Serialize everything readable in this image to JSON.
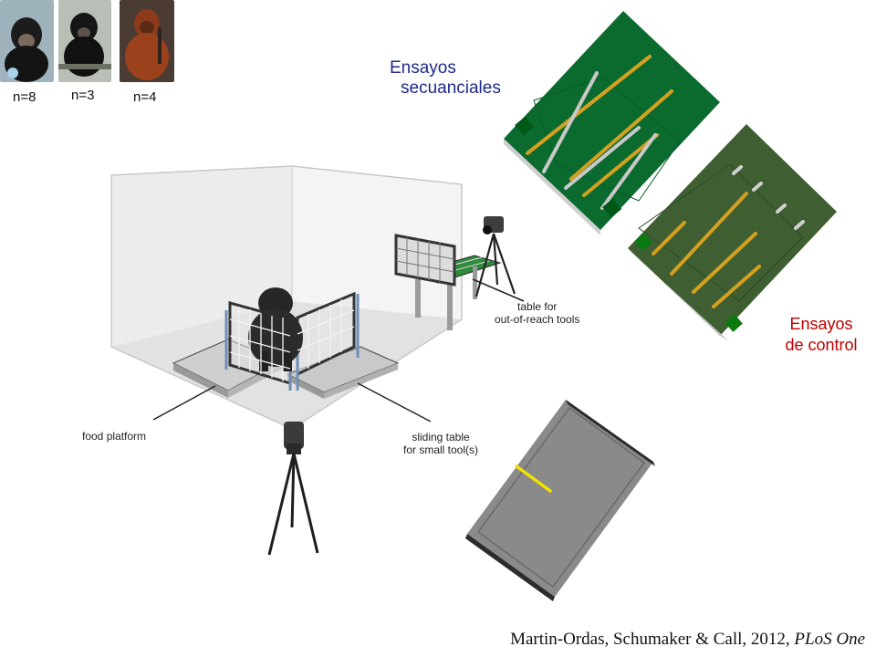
{
  "subjects": [
    {
      "species": "chimpanzee",
      "n": "n=8"
    },
    {
      "species": "bonobo",
      "n": "n=3"
    },
    {
      "species": "orangutan",
      "n": "n=4"
    }
  ],
  "labels": {
    "sequential_line1": "Ensayos",
    "sequential_line2": "secuanciales",
    "control_line1": "Ensayos",
    "control_line2": "de control",
    "table_far_line1": "table for",
    "table_far_line2": "out-of-reach tools",
    "food_platform": "food platform",
    "sliding_line1": "sliding table",
    "sliding_line2": "for small tool(s)"
  },
  "citation": {
    "authors": "Martin-Ordas, Schumaker & Call, 2012, ",
    "journal": "PLoS One"
  },
  "colors": {
    "sequential_board": "#0b6b2f",
    "control_board": "#3f5e32",
    "tool": "#d4a020",
    "blue_text": "#1f2a8c",
    "red_text": "#c00000"
  }
}
